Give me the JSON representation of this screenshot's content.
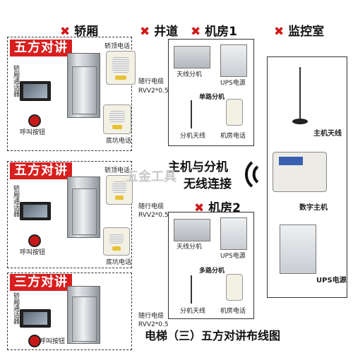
{
  "headers": {
    "car": "轿厢",
    "shaft": "井道",
    "room1": "机房1",
    "monitor": "监控室"
  },
  "sections": [
    {
      "banner": "五方对讲",
      "car_intercom": "轿厢通话器",
      "call_button": "呼叫按钮",
      "top_phone": "轿顶电话",
      "pit_phone": "底坑电话",
      "cable": "随行电缆",
      "spec": "RVV2*0.5"
    },
    {
      "banner": "五方对讲",
      "car_intercom": "轿厢通话器",
      "call_button": "呼叫按钮",
      "top_phone": "轿顶电话",
      "pit_phone": "底坑电话",
      "cable": "随行电缆",
      "spec": "RVV2*0.5"
    },
    {
      "banner": "三方对讲",
      "car_intercom": "轿厢通话器",
      "call_button": "呼叫按钮",
      "cable": "随行电缆",
      "spec": "RVV2*0.5"
    }
  ],
  "room1": {
    "ups": "UPS电源",
    "antenna_ext": "天线分机",
    "single_ext": "单路分机",
    "ext_antenna": "分机天线",
    "room_phone": "机房电话"
  },
  "room2": {
    "title": "机房2",
    "ups": "UPS电源",
    "antenna_ext": "天线分机",
    "multi_ext": "多路分机",
    "ext_antenna": "分机天线",
    "room_phone": "机房电话"
  },
  "center": {
    "line1": "主机与分机",
    "line2": "无线连接"
  },
  "monitor": {
    "main_antenna": "主机天线",
    "digital_main": "数字主机",
    "ups": "UPS电源"
  },
  "footer": "电梯（三）五方对讲布线图",
  "watermark": "五金工具",
  "colors": {
    "accent": "#d81e1e"
  }
}
